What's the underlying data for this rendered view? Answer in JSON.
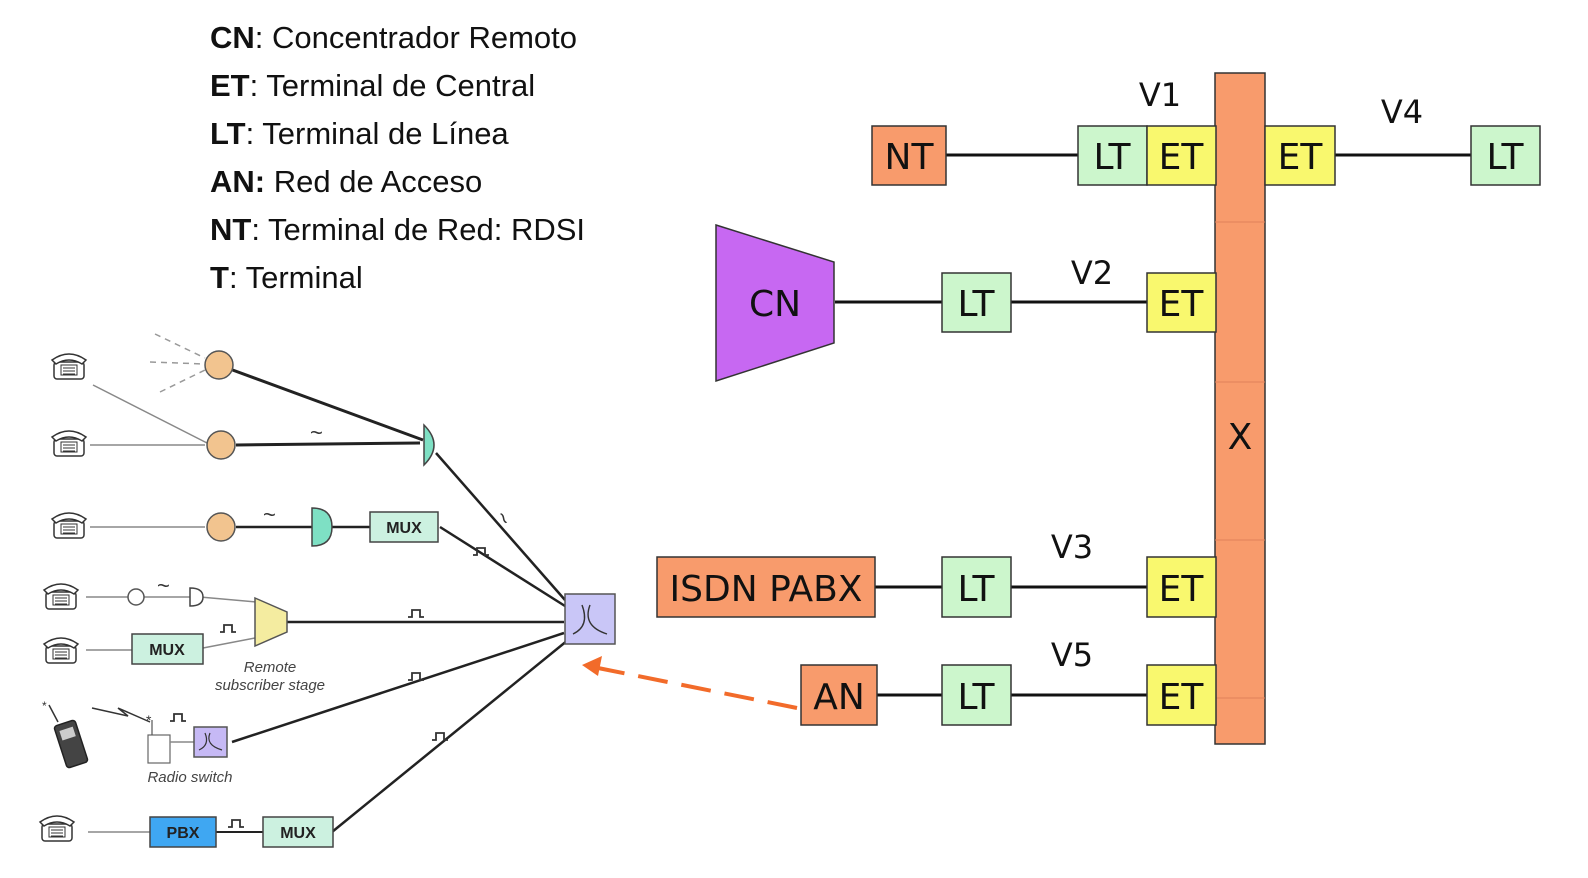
{
  "legend": [
    {
      "abbr": "CN",
      "sep": ": ",
      "desc": "Concentrador Remoto"
    },
    {
      "abbr": "ET",
      "sep": ": ",
      "desc": "Terminal de Central"
    },
    {
      "abbr": "LT",
      "sep": ": ",
      "desc": "Terminal de Línea"
    },
    {
      "abbr": "AN:",
      "sep": " ",
      "desc": "Red de Acceso"
    },
    {
      "abbr": "NT",
      "sep": ": ",
      "desc": "Terminal de Red: RDSI"
    },
    {
      "abbr": "T",
      "sep": ": ",
      "desc": "Terminal"
    }
  ],
  "diagram": {
    "switch_label": "X",
    "interfaces": {
      "v1": "V1",
      "v2": "V2",
      "v3": "V3",
      "v4": "V4",
      "v5": "V5"
    },
    "boxes": {
      "nt": "NT",
      "lt_v1": "LT",
      "et_v1": "ET",
      "et_v4": "ET",
      "lt_v4": "LT",
      "cn": "CN",
      "lt_v2": "LT",
      "et_v2": "ET",
      "isdn_pabx": "ISDN PABX",
      "lt_v3": "LT",
      "et_v3": "ET",
      "an": "AN",
      "lt_v5": "LT",
      "et_v5": "ET"
    },
    "colors": {
      "orange": "#F89B6C",
      "yellow": "#F9F86E",
      "green": "#CCF6CC",
      "purple": "#C768F2",
      "arrow": "#F26B2A"
    }
  },
  "illustration": {
    "mux_labels": [
      "MUX",
      "MUX",
      "MUX"
    ],
    "pbx_label": "PBX",
    "remote_stage_caption": [
      "Remote",
      "subscriber stage"
    ],
    "radio_switch_caption": "Radio switch"
  }
}
